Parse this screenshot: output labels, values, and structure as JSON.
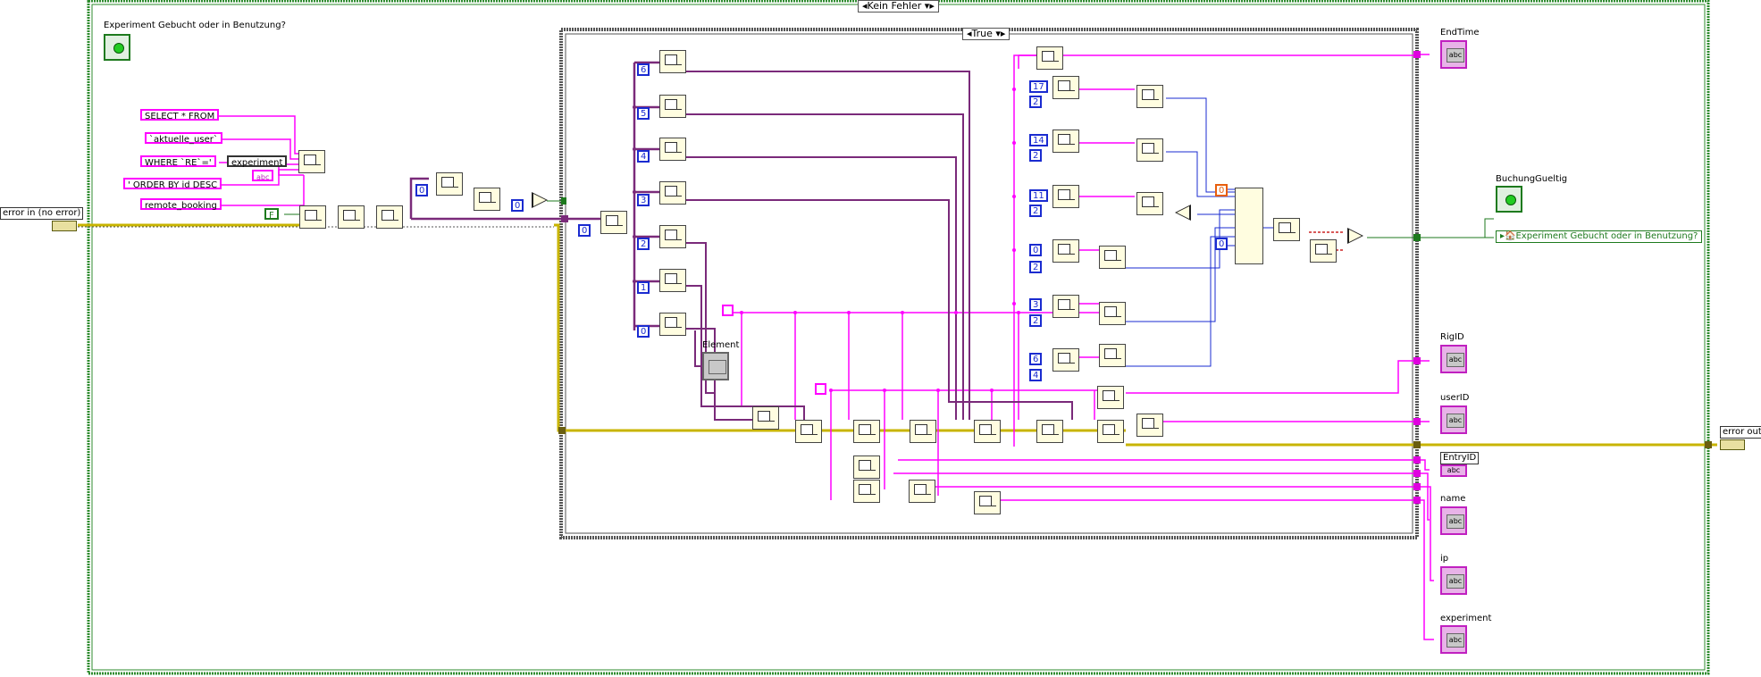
{
  "case_outer": {
    "selector": "Kein Fehler"
  },
  "case_inner": {
    "selector": "True"
  },
  "labels": {
    "experiment_status": "Experiment Gebucht oder in Benutzung?",
    "element": "Element",
    "error_in": "error in (no error)",
    "error_out": "error out"
  },
  "sql_constants": [
    "SELECT * FROM",
    "`aktuelle_user`",
    "WHERE `RE`='",
    "' ORDER BY id DESC",
    "remote_booking"
  ],
  "experiment_const": "experiment",
  "abc_const": "abc",
  "bool_const": "F",
  "index_constants": [
    "0",
    "0"
  ],
  "array_indices": [
    "6",
    "5",
    "4",
    "3",
    "2",
    "1",
    "0"
  ],
  "date_pairs": [
    {
      "a": "17",
      "b": "2"
    },
    {
      "a": "14",
      "b": "2"
    },
    {
      "a": "11",
      "b": "2"
    },
    {
      "a": "0",
      "b": "2"
    },
    {
      "a": "3",
      "b": "2"
    },
    {
      "a": "6",
      "b": "4"
    }
  ],
  "orange_const": "0",
  "blue_const": "0",
  "indicators": {
    "endtime": "EndTime",
    "buchung": "BuchungGueltig",
    "local_var": "Experiment Gebucht oder in Benutzung?",
    "rigid": "RigID",
    "userid": "userID",
    "entryid": "EntryID",
    "name": "name",
    "ip": "ip",
    "experiment": "experiment"
  },
  "colors": {
    "string_wire": "#ff00ff",
    "error_wire": "#c8b400",
    "bool_wire": "#1e7a1e",
    "numeric_wire": "#1a2bd0",
    "array_wire": "#7a2a7a"
  }
}
